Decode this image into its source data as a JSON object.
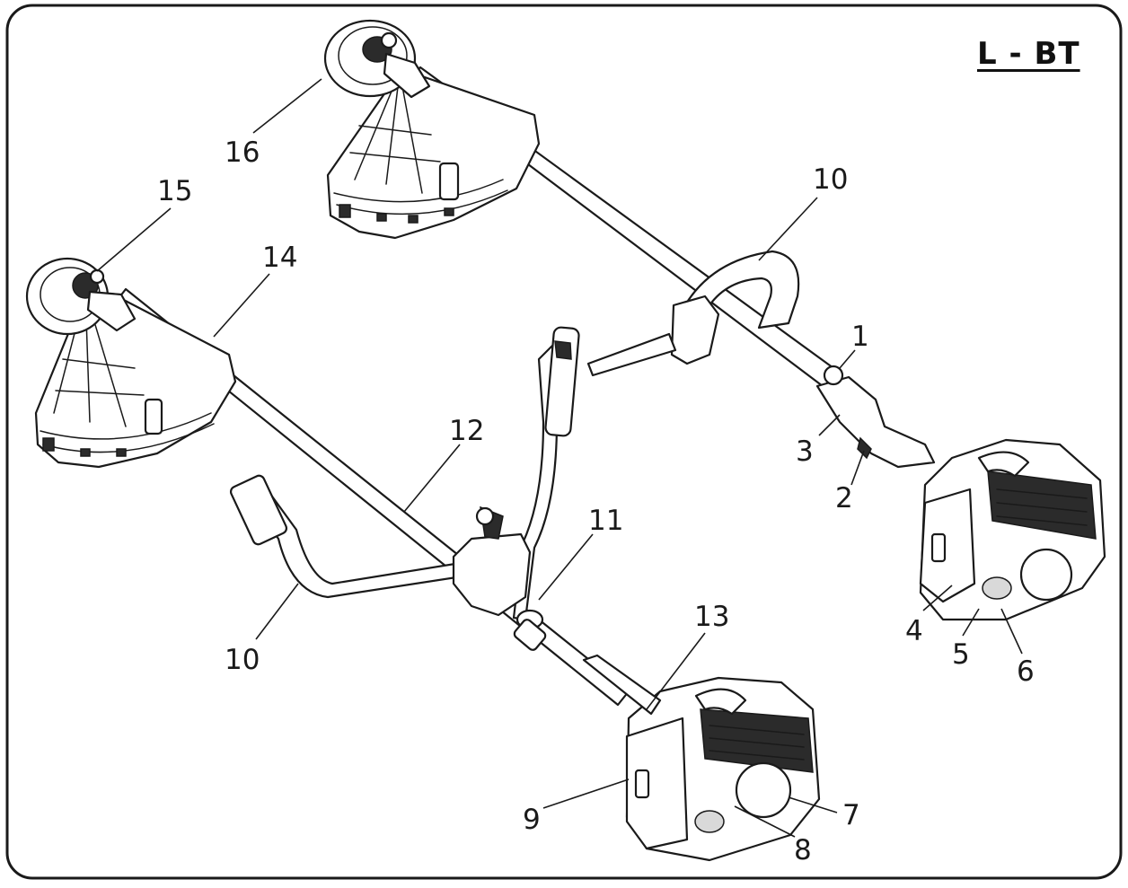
{
  "diagram": {
    "title": "L - BT",
    "callouts": [
      {
        "id": "c1",
        "label": "1"
      },
      {
        "id": "c2",
        "label": "2"
      },
      {
        "id": "c3",
        "label": "3"
      },
      {
        "id": "c4",
        "label": "4"
      },
      {
        "id": "c5",
        "label": "5"
      },
      {
        "id": "c6",
        "label": "6"
      },
      {
        "id": "c7",
        "label": "7"
      },
      {
        "id": "c8",
        "label": "8"
      },
      {
        "id": "c9",
        "label": "9"
      },
      {
        "id": "c10a",
        "label": "10"
      },
      {
        "id": "c10b",
        "label": "10"
      },
      {
        "id": "c11",
        "label": "11"
      },
      {
        "id": "c12",
        "label": "12"
      },
      {
        "id": "c13",
        "label": "13"
      },
      {
        "id": "c14",
        "label": "14"
      },
      {
        "id": "c15",
        "label": "15"
      },
      {
        "id": "c16",
        "label": "16"
      }
    ]
  }
}
